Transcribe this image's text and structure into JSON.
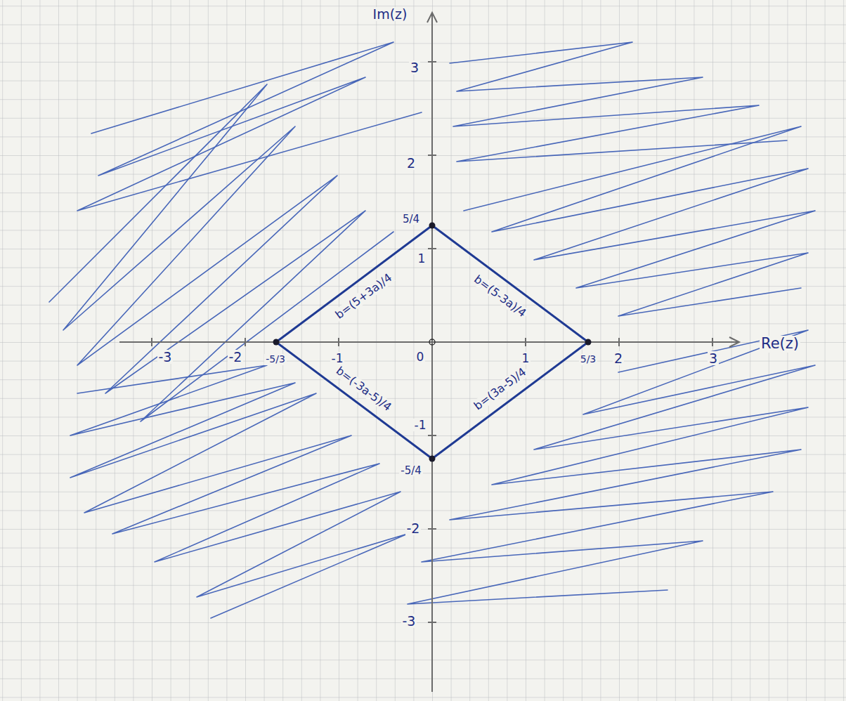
{
  "diagram": {
    "labels": [
      "Im(z)",
      "3",
      "2",
      "5/4",
      "1",
      "b=(5+3a)/4",
      "b=(5-3a)/4",
      "-3",
      "-2",
      "-5/3",
      "-1",
      "0",
      "1",
      "5/3",
      "2",
      "3",
      "Re(z)",
      "b=(-3a-5)/4",
      "b=(3a-5)/4",
      "-1",
      "-5/4",
      "-2",
      "-3"
    ]
  }
}
